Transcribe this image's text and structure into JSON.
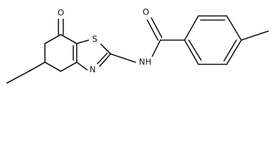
{
  "structure": {
    "atoms": {
      "ring_ketone_oxygen": "O",
      "amide_oxygen": "O",
      "thiazole_sulfur": "S",
      "amide_nitrogen": "NH",
      "thiazole_nitrogen": "N"
    }
  },
  "colors": {
    "ink": "#111111",
    "background": "#ffffff"
  }
}
